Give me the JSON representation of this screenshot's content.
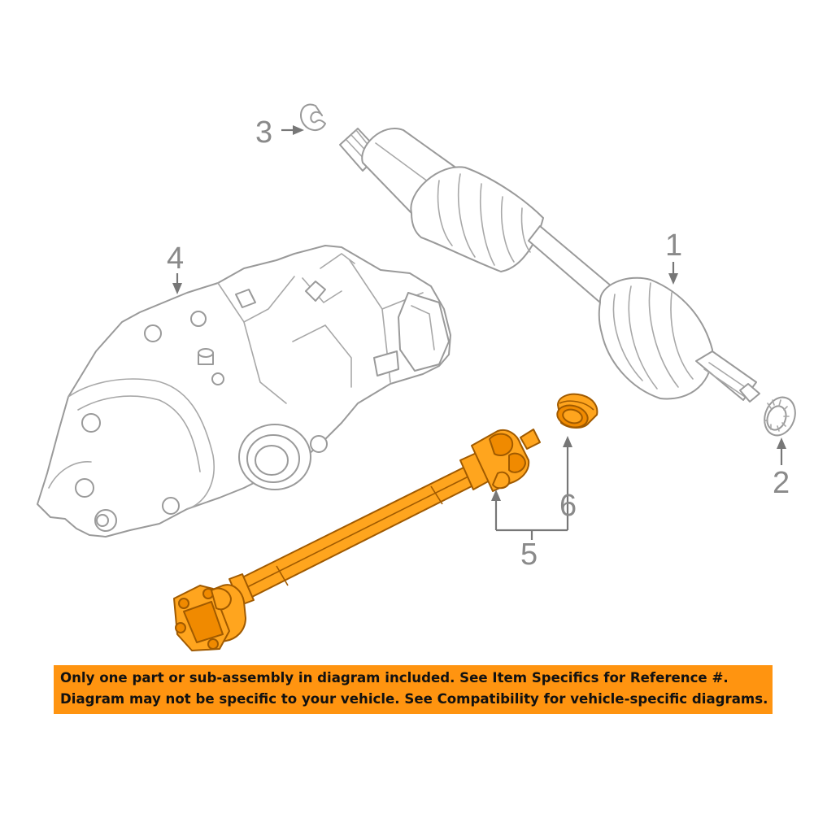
{
  "callouts": {
    "c1": "1",
    "c2": "2",
    "c3": "3",
    "c4": "4",
    "c5": "5",
    "c6": "6"
  },
  "banner": {
    "line1": "Only one part or sub-assembly in diagram included. See Item Specifics for Reference #.",
    "line2": "Diagram may not be specific to your vehicle. See Compatibility for vehicle-specific diagrams."
  },
  "colors": {
    "highlight": "#ffa51e",
    "banner": "#ff9410",
    "linework": "#9a9a9a"
  }
}
